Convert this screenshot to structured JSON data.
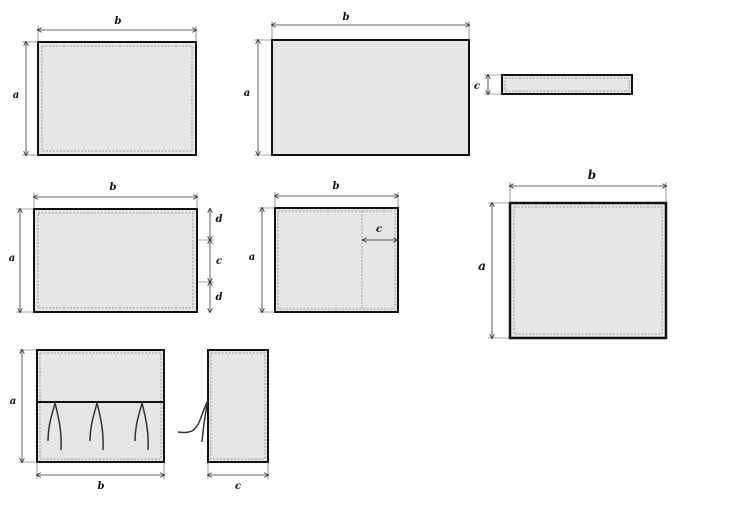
{
  "figure": {
    "panels": [
      {
        "id": "panel-1",
        "labels": {
          "width": "b",
          "height": "a"
        }
      },
      {
        "id": "panel-2",
        "labels": {
          "width": "b",
          "height": "a",
          "depth": "c"
        }
      },
      {
        "id": "panel-3",
        "labels": {
          "width": "b",
          "height": "a",
          "d_top": "d",
          "c_mid": "c",
          "d_bottom": "d"
        }
      },
      {
        "id": "panel-4",
        "labels": {
          "width": "b",
          "height": "a",
          "inset": "c"
        }
      },
      {
        "id": "panel-5",
        "labels": {
          "width": "b",
          "height": "a"
        }
      },
      {
        "id": "panel-6",
        "labels": {
          "width": "b",
          "height": "a"
        }
      },
      {
        "id": "panel-7",
        "labels": {
          "width": "c"
        }
      }
    ]
  },
  "colors": {
    "fill": "#e6e6e6",
    "stroke": "#111111"
  }
}
